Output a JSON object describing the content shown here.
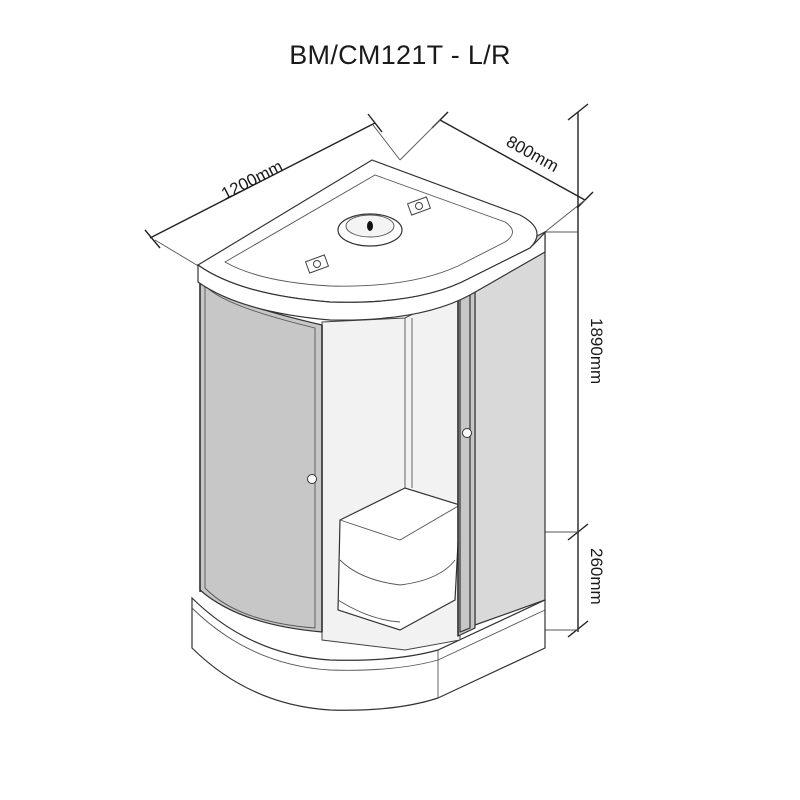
{
  "title": "BM/CM121T - L/R",
  "dimensions": {
    "width": "1200mm",
    "depth": "800mm",
    "height": "1890mm",
    "tray_height": "260mm"
  }
}
